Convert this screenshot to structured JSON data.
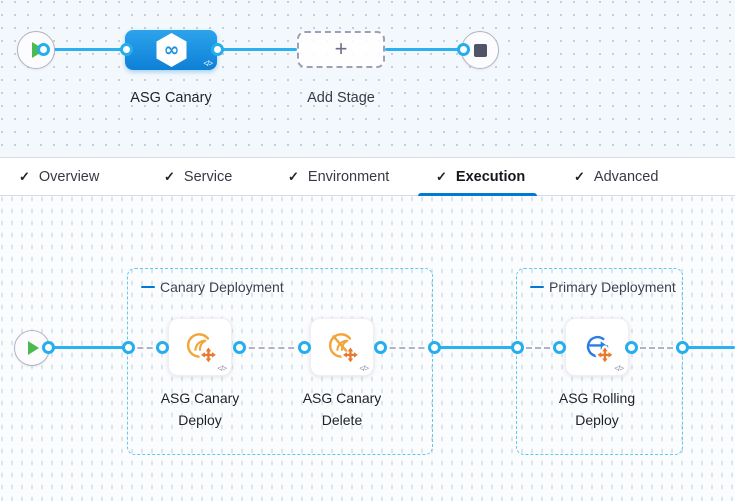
{
  "glyphs": {
    "check": "✓",
    "plus": "+",
    "code": "</>",
    "infinity": "∞"
  },
  "stage_canvas": {
    "stage_label": "ASG Canary",
    "add_stage_label": "Add Stage"
  },
  "tabs": {
    "items": [
      {
        "label": "Overview",
        "active": false
      },
      {
        "label": "Service",
        "active": false
      },
      {
        "label": "Environment",
        "active": false
      },
      {
        "label": "Execution",
        "active": true
      },
      {
        "label": "Advanced",
        "active": false
      }
    ]
  },
  "execution_canvas": {
    "groups": [
      {
        "title": "Canary Deployment",
        "steps": [
          {
            "label": "ASG Canary Deploy",
            "icon": "asg-canary-deploy-icon"
          },
          {
            "label": "ASG Canary Delete",
            "icon": "asg-canary-delete-icon"
          }
        ]
      },
      {
        "title": "Primary Deployment",
        "steps": [
          {
            "label": "ASG Rolling Deploy",
            "icon": "asg-rolling-deploy-icon"
          }
        ]
      }
    ]
  },
  "colors": {
    "accent_blue": "#0278d5",
    "connector_blue": "#2bb1ef",
    "connector_gray": "#b0b1c4",
    "group_border_blue": "#5fc8f3",
    "stage_node_blue": "#1b91e0",
    "play_green": "#4cbb4f",
    "stop_gray": "#515468",
    "icon_orange": "#f2a53b",
    "icon_arrow_orange": "#e8792f",
    "icon_blue": "#2a7de1",
    "canvas_top_bg": "#f3f8fc",
    "canvas_bottom_bg": "#fbfcfd"
  }
}
